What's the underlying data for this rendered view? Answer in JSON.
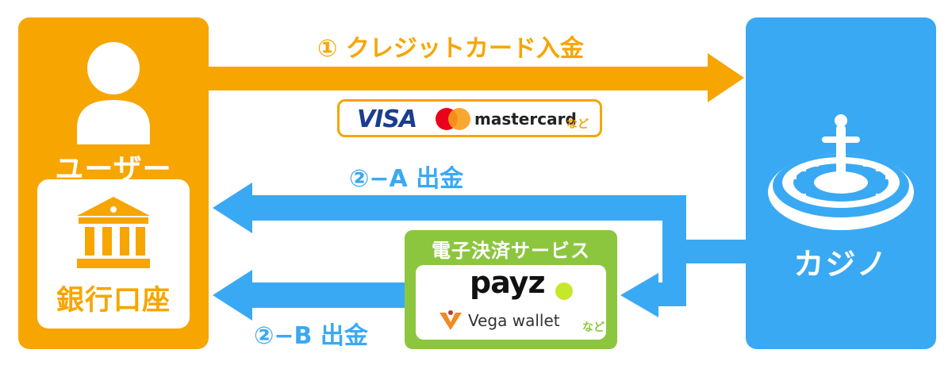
{
  "user": {
    "label": "ユーザー",
    "icon": "user-icon",
    "bank_label": "銀行口座",
    "bank_icon": "bank-icon"
  },
  "casino": {
    "label": "カジノ",
    "icon": "roulette-icon"
  },
  "flows": {
    "credit_deposit": "① クレジットカード入金",
    "withdraw_a": "②−A 出金",
    "withdraw_b": "②−B 出金"
  },
  "cards": {
    "visa": "VISA",
    "mastercard": "mastercard",
    "etc": "など"
  },
  "ewallet": {
    "title": "電子決済サービス",
    "payz": "payz",
    "vega": "Vega wallet",
    "etc": "など"
  },
  "colors": {
    "orange": "#f7a500",
    "blue": "#3aa9f3",
    "green": "#8cc63f"
  }
}
